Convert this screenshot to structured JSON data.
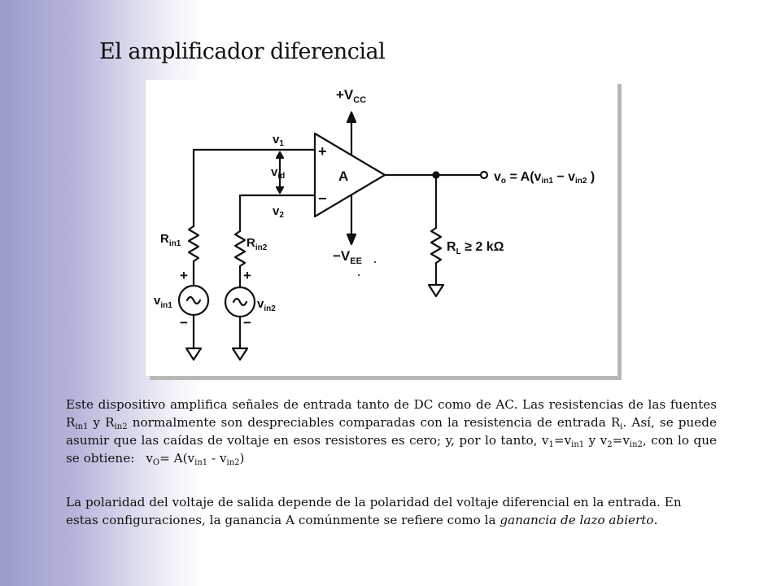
{
  "slide": {
    "title": "El amplificador diferencial"
  },
  "circuit": {
    "vcc": {
      "main": "+V",
      "sub": "CC"
    },
    "vee": {
      "main": "−V",
      "sub": "EE"
    },
    "v1": {
      "main": "v",
      "sub": "1"
    },
    "vid": {
      "main": "v",
      "sub": "id"
    },
    "v2": {
      "main": "v",
      "sub": "2"
    },
    "plus_sign": "+",
    "minus_sign": "−",
    "gain": "A",
    "output": {
      "pre": "v",
      "pre_sub": "o",
      "mid": " = A(v",
      "sub1": "in1",
      "sep": " − v",
      "sub2": "in2",
      "post": " )"
    },
    "rin1": {
      "main": "R",
      "sub": "in1"
    },
    "rin2": {
      "main": "R",
      "sub": "in2"
    },
    "rl": {
      "main": "R",
      "sub": "L",
      "value": " ≥ 2 kΩ"
    },
    "vin1": {
      "main": "v",
      "sub": "in1"
    },
    "vin2": {
      "main": "v",
      "sub": "in2"
    },
    "source_polarity": {
      "plus": "+",
      "minus": "−"
    },
    "ac_symbol": "~"
  },
  "paragraph1": {
    "s1": "Este dispositivo amplifica señales de entrada tanto de DC como de AC. Las resistencias de las fuentes R",
    "sub_a": "in1",
    "s2": " y R",
    "sub_b": "in2",
    "s3": " normalmente son despreciables comparadas con la resistencia de entrada R",
    "sub_c": "i",
    "s4": ". Así, se puede asumir que las caídas de voltaje en esos resistores es cero; y, por lo tanto, v",
    "sub_d": "1",
    "s5": "=v",
    "sub_e": "in1",
    "s6": " y v",
    "sub_f": "2",
    "s7": "=v",
    "sub_g": "in2",
    "s8": ", con lo que se obtiene:",
    "eq_a": "v",
    "eq_sub_a": "O",
    "eq_b": "= A(v",
    "eq_sub_b": "in1",
    "eq_c": " - v",
    "eq_sub_c": "in2",
    "eq_d": ")"
  },
  "paragraph2": {
    "s1": "La polaridad del voltaje de salida depende de la polaridad del voltaje diferencial en la entrada. En estas configuraciones, la ganancia A comúnmente se refiere como la ",
    "em": "ganancia de lazo abierto",
    "s2": "."
  }
}
